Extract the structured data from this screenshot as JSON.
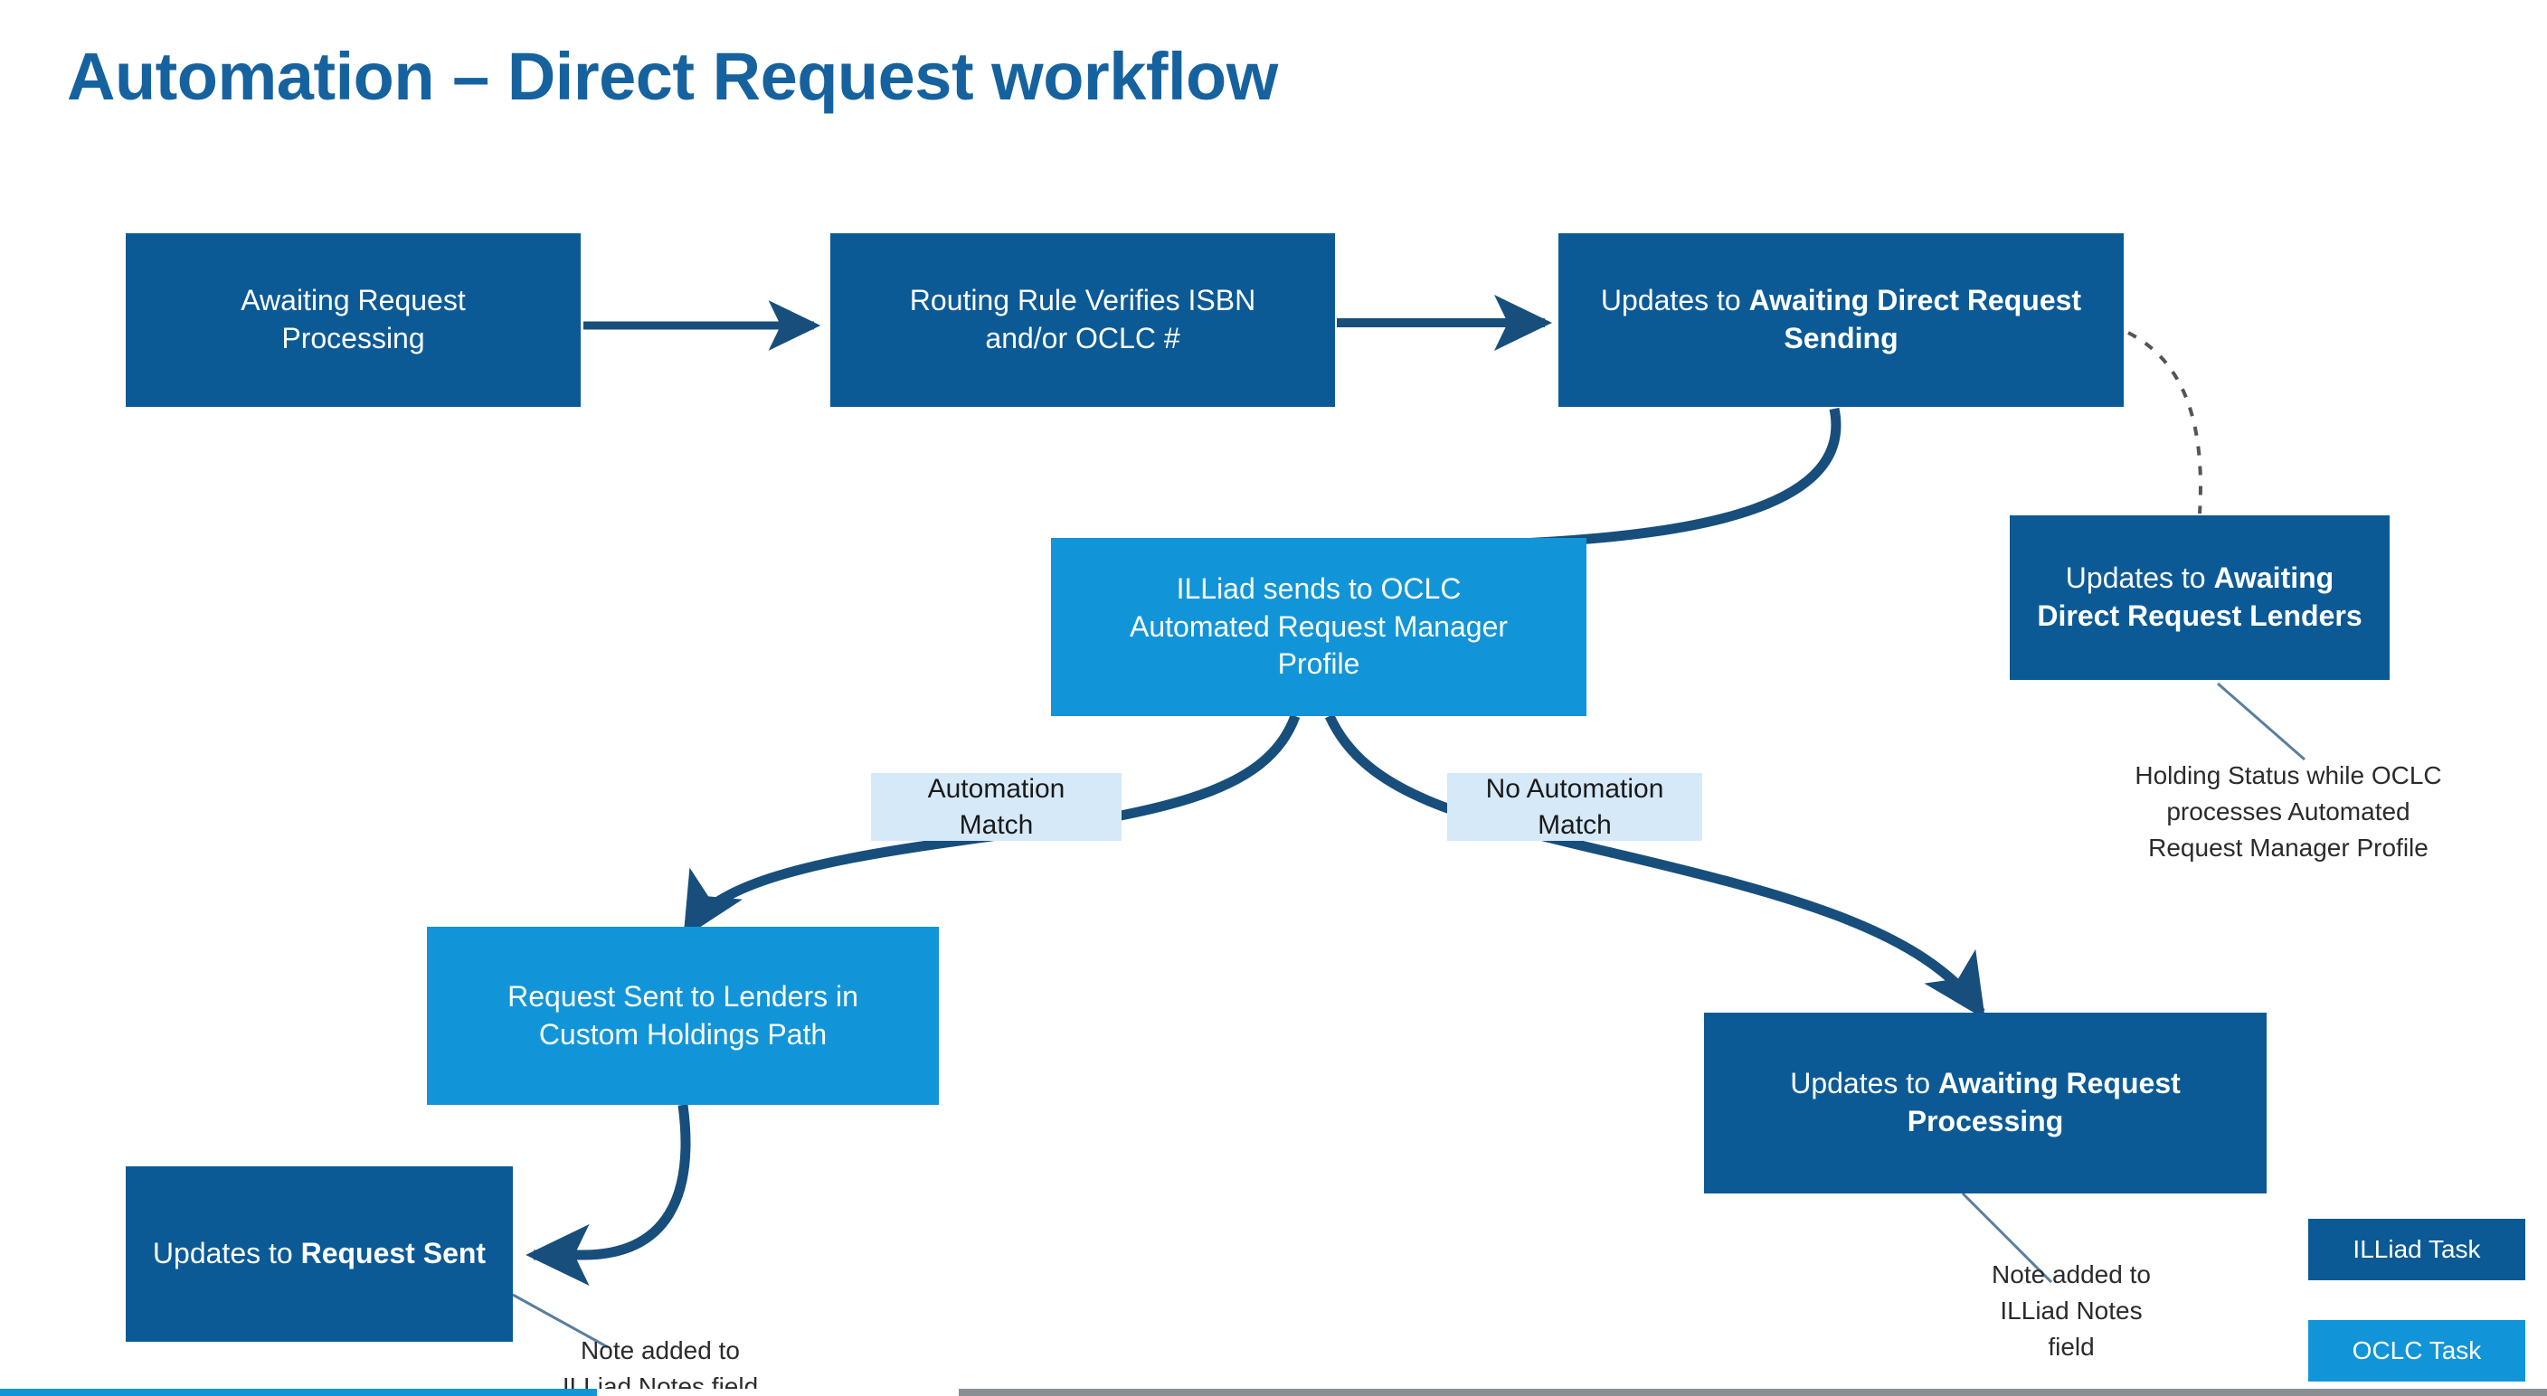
{
  "title": "Automation – Direct Request workflow",
  "colors": {
    "title": "#15629F",
    "illiad_task": "#0B5A96",
    "oclc_task": "#1195D8",
    "label_box": "#D6E9F8",
    "connector": "#174E7C",
    "annotation_text": "#2b2b2b"
  },
  "nodes": {
    "awaiting_request_processing": {
      "line1": "Awaiting Request",
      "line2": "Processing",
      "type": "ILLiad Task"
    },
    "routing_rule": {
      "line1": "Routing Rule Verifies ISBN",
      "line2": "and/or OCLC #",
      "type": "ILLiad Task"
    },
    "awaiting_direct_request_sending": {
      "prefix": "Updates to ",
      "bold": "Awaiting Direct Request Sending",
      "type": "ILLiad Task"
    },
    "awaiting_direct_request_lenders": {
      "prefix": "Updates to ",
      "bold": "Awaiting Direct Request Lenders",
      "type": "ILLiad Task"
    },
    "illiad_sends_to_oclc": {
      "line1": "ILLiad sends to OCLC",
      "line2": "Automated Request Manager",
      "line3": "Profile",
      "type": "OCLC Task"
    },
    "request_sent_to_lenders": {
      "line1": "Request Sent to Lenders in",
      "line2": "Custom Holdings Path",
      "type": "OCLC Task"
    },
    "updates_request_sent": {
      "prefix": "Updates to ",
      "bold": "Request Sent",
      "type": "ILLiad Task"
    },
    "updates_awaiting_request_processing": {
      "prefix": "Updates to ",
      "bold": "Awaiting Request Processing",
      "type": "ILLiad Task"
    }
  },
  "branch_labels": {
    "automation_match": "Automation\nMatch",
    "no_automation_match": "No Automation\nMatch"
  },
  "annotations": {
    "holding_status": "Holding Status while OCLC\nprocesses Automated\nRequest Manager Profile",
    "note_left": "Note added to\nILLiad Notes field",
    "note_right": "Note added to\nILLiad Notes\nfield"
  },
  "legend": {
    "illiad_task": "ILLiad Task",
    "oclc_task": "OCLC Task"
  }
}
